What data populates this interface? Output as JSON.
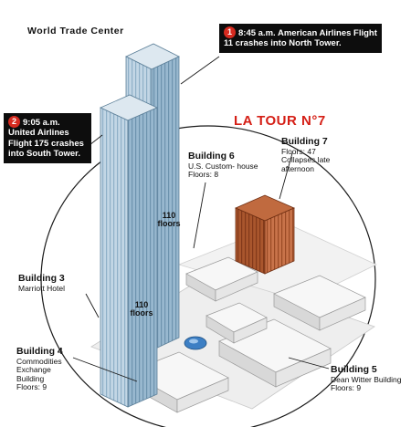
{
  "title": "World Trade Center",
  "banner": "LA TOUR N°7",
  "callouts": [
    {
      "num": "1",
      "time": "8:45 a.m.",
      "text": "American Airlines Flight 11 crashes into North Tower."
    },
    {
      "num": "2",
      "time": "9:05 a.m.",
      "text": "United Airlines Flight 175 crashes into South Tower."
    }
  ],
  "towers": {
    "north_floors": "110",
    "south_floors": "110",
    "floors_word": "floors"
  },
  "buildings": {
    "b3": {
      "name": "Building 3",
      "lines": [
        "Marriott Hotel"
      ]
    },
    "b4": {
      "name": "Building 4",
      "lines": [
        "Commodities",
        "Exchange",
        "Building",
        "Floors: 9"
      ]
    },
    "b5": {
      "name": "Building 5",
      "lines": [
        "Dean Witter Building",
        "Floors: 9"
      ]
    },
    "b6": {
      "name": "Building 6",
      "lines": [
        "U.S. Custom- house",
        "Floors: 8"
      ]
    },
    "b7": {
      "name": "Building 7",
      "lines": [
        "Floors: 47",
        "Collapses late",
        "afternoon"
      ]
    }
  },
  "colors": {
    "tower_face": "#7fa4bf",
    "tower_side": "#a9c4d8",
    "building7": "#a5522b",
    "callout_bg": "#0d0d0d",
    "callout_badge": "#d62a1f",
    "banner": "#d51f16"
  }
}
